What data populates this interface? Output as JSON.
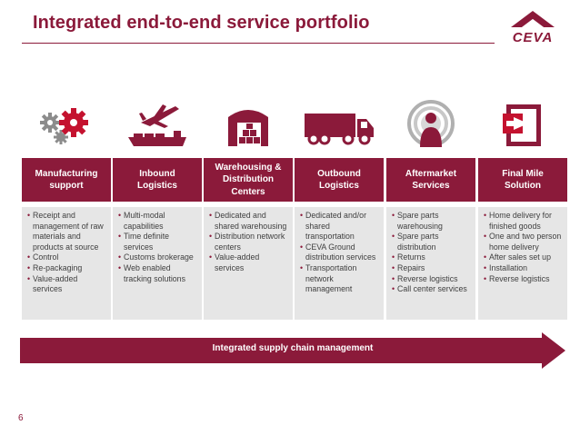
{
  "slide": {
    "title": "Integrated end-to-end service portfolio",
    "logo_text": "CEVA",
    "page_number": "6",
    "banner": "Integrated supply chain management"
  },
  "colors": {
    "accent": "#8b1a3a",
    "panel": "#e6e6e6",
    "icon_gray": "#8c8c8c"
  },
  "columns": [
    {
      "icon": "gears-icon",
      "heading": "Manufacturing\nsupport",
      "items": [
        "Receipt and management of raw materials and products at source",
        "Control",
        "Re-packaging",
        "Value-added services"
      ]
    },
    {
      "icon": "plane-ship-icon",
      "heading": "Inbound\nLogistics",
      "items": [
        "Multi-modal capabilities",
        "Time definite services",
        "Customs brokerage",
        "Web enabled tracking solutions"
      ]
    },
    {
      "icon": "warehouse-icon",
      "heading": "Warehousing &\nDistribution\nCenters",
      "items": [
        "Dedicated and shared warehousing",
        "Distribution network centers",
        "Value-added services"
      ]
    },
    {
      "icon": "truck-icon",
      "heading": "Outbound\nLogistics",
      "items": [
        "Dedicated and/or shared transportation",
        "CEVA Ground distribution services",
        "Transportation network management"
      ]
    },
    {
      "icon": "signal-person-icon",
      "heading": "Aftermarket\nServices",
      "items": [
        "Spare parts warehousing",
        "Spare parts distribution",
        "Returns",
        "Repairs",
        "Reverse logistics",
        "Call center services"
      ]
    },
    {
      "icon": "door-arrow-icon",
      "heading": "Final Mile\nSolution",
      "items": [
        "Home delivery for finished goods",
        "One and two person home delivery",
        "After sales set up",
        "Installation",
        "Reverse logistics"
      ]
    }
  ]
}
